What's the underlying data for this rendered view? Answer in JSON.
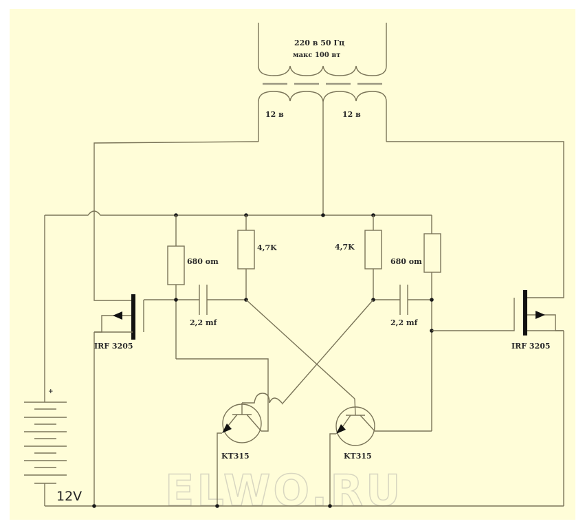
{
  "title": "Inverter schematic 12V to 220V",
  "transformer": {
    "primary_label": "220 в 50 Гц",
    "power_label": "макс 100 вт",
    "secondary_left": "12 в",
    "secondary_right": "12 в"
  },
  "components": {
    "r_left_680": "680 om",
    "r_left_47": "4,7K",
    "r_right_47": "4,7K",
    "r_right_680": "680 om",
    "c_left": "2,2 mf",
    "c_right": "2,2 mf",
    "mosfet_left": "IRF 3205",
    "mosfet_right": "IRF 3205",
    "bjt_left": "KT315",
    "bjt_right": "KT315",
    "battery": "12V",
    "battery_plus": "+"
  },
  "watermark": "ELWO.RU",
  "colors": {
    "background": "#fffdd8",
    "wire": "#7a7458",
    "node": "#1a1a1a"
  }
}
